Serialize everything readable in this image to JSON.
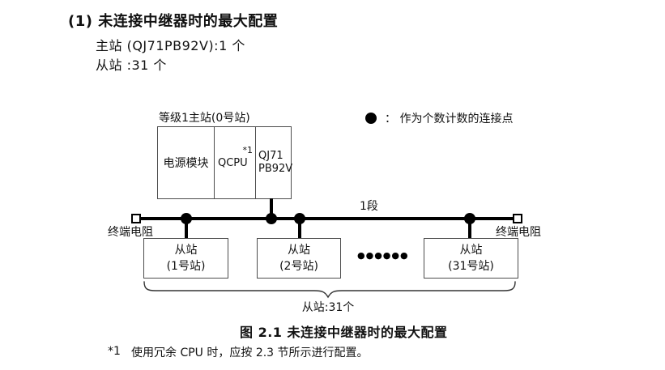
{
  "page": {
    "heading": "(1) 未连接中继器时的最大配置",
    "master_count_line": "主站 (QJ71PB92V):1 个",
    "slave_count_line": "从站 :31 个",
    "figure_caption": "图 2.1 未连接中继器时的最大配置",
    "footnote": {
      "marker": "*1",
      "text": "使用冗余 CPU 时，应按 2.3 节所示进行配置。"
    }
  },
  "diagram": {
    "master_station_label": "等级1主站(0号站)",
    "master_cells": {
      "power": "电源模块",
      "cpu": "QCPU",
      "cpu_note": "*1",
      "pb_line1": "QJ71",
      "pb_line2": "PB92V"
    },
    "legend_text": "： 作为个数计数的连接点",
    "segment_label": "1段",
    "terminator_left_label": "终端电阻",
    "terminator_right_label": "终端电阻",
    "slaves": [
      {
        "line1": "从站",
        "line2": "(1号站)"
      },
      {
        "line1": "从站",
        "line2": "(2号站)"
      },
      {
        "line1": "从站",
        "line2": "(31号站)"
      }
    ],
    "ellipsis": "●●●●●●",
    "brace_label": "从站:31个",
    "colors": {
      "background": "#ffffff",
      "text": "#111111",
      "bus_line": "#000000",
      "box_border": "#4d4d4d"
    }
  }
}
